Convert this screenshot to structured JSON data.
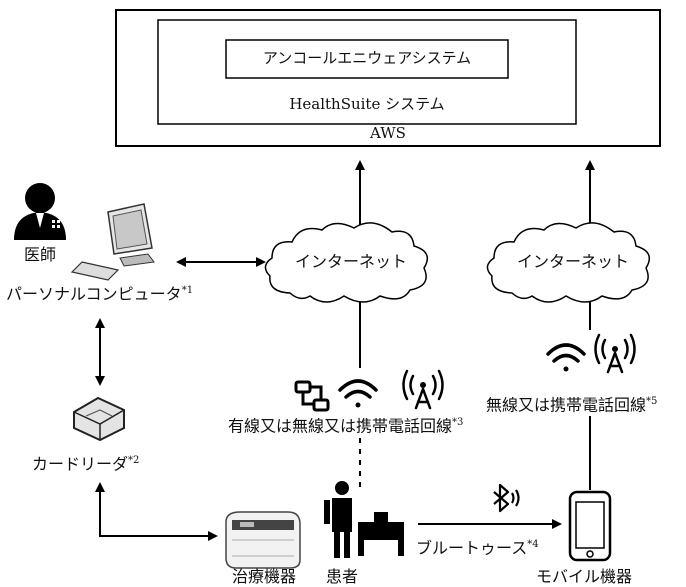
{
  "diagram": {
    "inner_system_label": "アンコールエニウェアシステム",
    "mid_system_label": "HealthSuite システム",
    "outer_system_label": "AWS",
    "internet_left_label": "インターネット",
    "internet_right_label": "インターネット",
    "doctor_label": "医師",
    "pc_label": "パーソナルコンピュータ",
    "pc_note": "*1",
    "card_reader_label": "カードリーダ",
    "card_reader_note": "*2",
    "wired_line_label": "有線又は無線又は携帯電話回線",
    "wired_line_note": "*3",
    "wireless_line_label": "無線又は携帯電話回線",
    "wireless_line_note": "*5",
    "bluetooth_label": "ブルートゥース",
    "bluetooth_note": "*4",
    "treatment_device_label": "治療機器",
    "patient_label": "患者",
    "mobile_device_label": "モバイル機器"
  }
}
